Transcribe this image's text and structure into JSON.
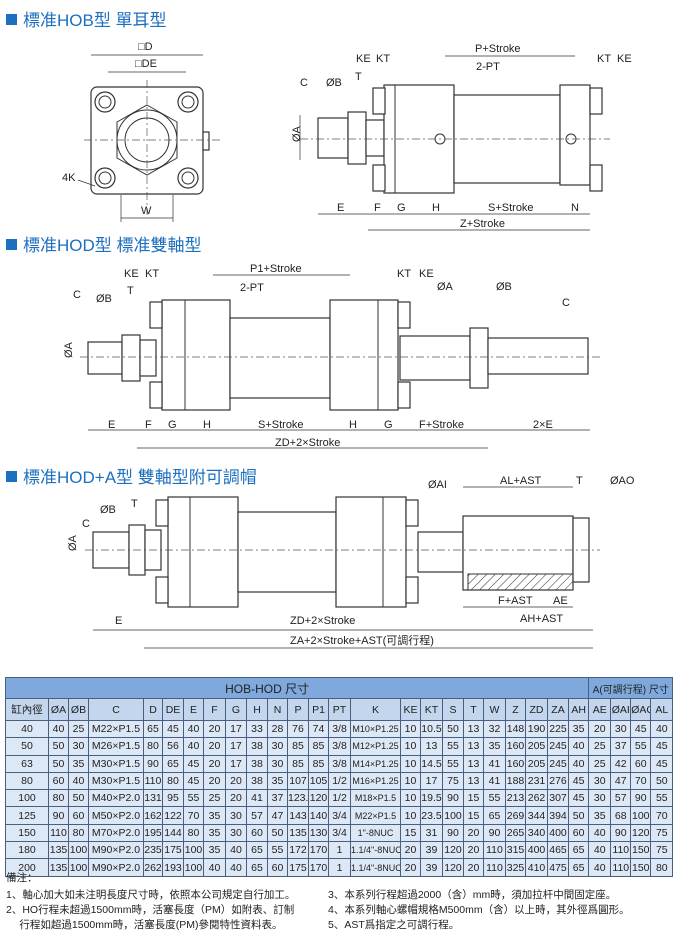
{
  "sections": [
    {
      "title": "標准HOB型 單耳型",
      "labels": {
        "D": "□D",
        "DE": "□DE",
        "K4": "4K",
        "W": "W",
        "C": "C",
        "OB": "ØB",
        "T": "T",
        "KE": "KE",
        "KT": "KT",
        "P": "P+Stroke",
        "PT": "2-PT",
        "KT2": "KT",
        "KE2": "KE",
        "OA": "ØA",
        "E": "E",
        "F": "F",
        "G": "G",
        "H": "H",
        "S": "S+Stroke",
        "N": "N",
        "Z": "Z+Stroke"
      }
    },
    {
      "title": "標准HOD型 標准雙軸型",
      "labels": {
        "KE": "KE",
        "KT": "KT",
        "T": "T",
        "C": "C",
        "OB": "ØB",
        "P1": "P1+Stroke",
        "PT": "2-PT",
        "KT2": "KT",
        "KE2": "KE",
        "OA2": "ØA",
        "OB2": "ØB",
        "C2": "C",
        "OA": "ØA",
        "E": "E",
        "F": "F",
        "G": "G",
        "H": "H",
        "S": "S+Stroke",
        "H2": "H",
        "G2": "G",
        "FS": "F+Stroke",
        "E2": "2×E",
        "ZD": "ZD+2×Stroke"
      }
    },
    {
      "title": "標准HOD+A型 雙軸型附可調帽",
      "labels": {
        "OB": "ØB",
        "T": "T",
        "C": "C",
        "OA": "ØA",
        "OAI": "ØAI",
        "AL": "AL+AST",
        "T2": "T",
        "OAO": "ØAO",
        "FA": "F+AST",
        "AE": "AE",
        "AH": "AH+AST",
        "E": "E",
        "ZD": "ZD+2×Stroke",
        "ZA": "ZA+2×Stroke+AST(可調行程)"
      }
    }
  ],
  "table": {
    "group_main": "HOB-HOD 尺寸",
    "group_a": "A(可調行程) 尺寸",
    "headers": [
      "缸內徑",
      "ØA",
      "ØB",
      "C",
      "D",
      "DE",
      "E",
      "F",
      "G",
      "H",
      "N",
      "P",
      "P1",
      "PT",
      "K",
      "KE",
      "KT",
      "S",
      "T",
      "W",
      "Z",
      "ZD",
      "ZA",
      "AH",
      "AE",
      "ØAI",
      "ØAO",
      "AL"
    ],
    "rows": [
      [
        "40",
        "40",
        "25",
        "M22×P1.5",
        "65",
        "45",
        "40",
        "20",
        "17",
        "33",
        "28",
        "76",
        "74",
        "3/8",
        "M10×P1.25",
        "10",
        "10.5",
        "50",
        "13",
        "32",
        "148",
        "190",
        "225",
        "35",
        "20",
        "30",
        "45",
        "40"
      ],
      [
        "50",
        "50",
        "30",
        "M26×P1.5",
        "80",
        "56",
        "40",
        "20",
        "17",
        "38",
        "30",
        "85",
        "85",
        "3/8",
        "M12×P1.25",
        "10",
        "13",
        "55",
        "13",
        "35",
        "160",
        "205",
        "245",
        "40",
        "25",
        "37",
        "55",
        "45"
      ],
      [
        "63",
        "50",
        "35",
        "M30×P1.5",
        "90",
        "65",
        "45",
        "20",
        "17",
        "38",
        "30",
        "85",
        "85",
        "3/8",
        "M14×P1.25",
        "10",
        "14.5",
        "55",
        "13",
        "41",
        "160",
        "205",
        "245",
        "40",
        "25",
        "42",
        "60",
        "45"
      ],
      [
        "80",
        "60",
        "40",
        "M30×P1.5",
        "110",
        "80",
        "45",
        "20",
        "20",
        "38",
        "35",
        "107",
        "105",
        "1/2",
        "M16×P1.25",
        "10",
        "17",
        "75",
        "13",
        "41",
        "188",
        "231",
        "276",
        "45",
        "30",
        "47",
        "70",
        "50"
      ],
      [
        "100",
        "80",
        "50",
        "M40×P2.0",
        "131",
        "95",
        "55",
        "25",
        "20",
        "41",
        "37",
        "123.5",
        "120",
        "1/2",
        "M18×P1.5",
        "10",
        "19.5",
        "90",
        "15",
        "55",
        "213",
        "262",
        "307",
        "45",
        "30",
        "57",
        "90",
        "55"
      ],
      [
        "125",
        "90",
        "60",
        "M50×P2.0",
        "162",
        "122",
        "70",
        "35",
        "30",
        "57",
        "47",
        "143",
        "140",
        "3/4",
        "M22×P1.5",
        "10",
        "23.5",
        "100",
        "15",
        "65",
        "269",
        "344",
        "394",
        "50",
        "35",
        "68",
        "100",
        "70"
      ],
      [
        "150",
        "110",
        "80",
        "M70×P2.0",
        "195",
        "144",
        "80",
        "35",
        "30",
        "60",
        "50",
        "135",
        "130",
        "3/4",
        "1\"-8NUC",
        "15",
        "31",
        "90",
        "20",
        "90",
        "265",
        "340",
        "400",
        "60",
        "40",
        "90",
        "120",
        "75"
      ],
      [
        "180",
        "135",
        "100",
        "M90×P2.0",
        "235",
        "175",
        "100",
        "35",
        "40",
        "65",
        "55",
        "172",
        "170",
        "1",
        "1.1/4\"-8NUC",
        "20",
        "39",
        "120",
        "20",
        "110",
        "315",
        "400",
        "465",
        "65",
        "40",
        "110",
        "150",
        "75"
      ],
      [
        "200",
        "135",
        "100",
        "M90×P2.0",
        "262",
        "193",
        "100",
        "40",
        "40",
        "65",
        "60",
        "175",
        "170",
        "1",
        "1.1/4\"-8NUC",
        "20",
        "39",
        "120",
        "20",
        "110",
        "325",
        "410",
        "475",
        "65",
        "40",
        "110",
        "150",
        "80"
      ]
    ]
  },
  "notes": {
    "title": "備注：",
    "left": [
      "1、軸心加大如未注明長度尺寸時，依照本公司規定自行加工。",
      "2、HO行程未超過1500mm時，活塞長度（PM）如附表、訂制",
      "　 行程如超過1500mm時，活塞長度(PM)參閱特性資料表。"
    ],
    "right": [
      "3、本系列行程超過2000（含）mm時，須加拉杆中間固定座。",
      "4、本系列軸心螺帽規格M500mm（含）以上時，其外徑爲圓形。",
      "5、AST爲指定之可調行程。"
    ]
  }
}
